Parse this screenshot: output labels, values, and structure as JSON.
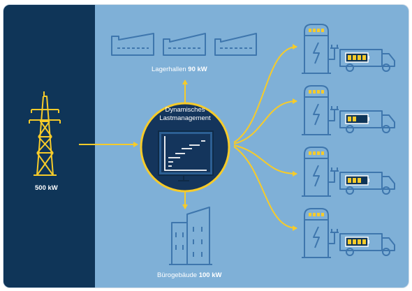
{
  "grid": {
    "power": "500 kW"
  },
  "center": {
    "line1": "Dynamisches",
    "line2": "Lastmanagement"
  },
  "warehouses": {
    "name": "Lagerhallen",
    "power": "90 kW"
  },
  "office": {
    "name": "Bürogebäude",
    "power": "100 kW"
  },
  "colors": {
    "background": "#7fb0d7",
    "dark_panel": "#0f3558",
    "accent": "#f6cb2a",
    "outline": "#3e76ad",
    "center_fill": "#14355c"
  },
  "icons": {
    "grid": "power-pylon-icon",
    "hub": "monitor-gantt-icon",
    "warehouse": "factory-hall-icon",
    "office": "office-building-icon",
    "charger": "ev-charger-icon",
    "truck": "electric-truck-icon"
  },
  "chargers": [
    {
      "charge_bars": 4
    },
    {
      "charge_bars": 2
    },
    {
      "charge_bars": 3
    },
    {
      "charge_bars": 4
    }
  ]
}
